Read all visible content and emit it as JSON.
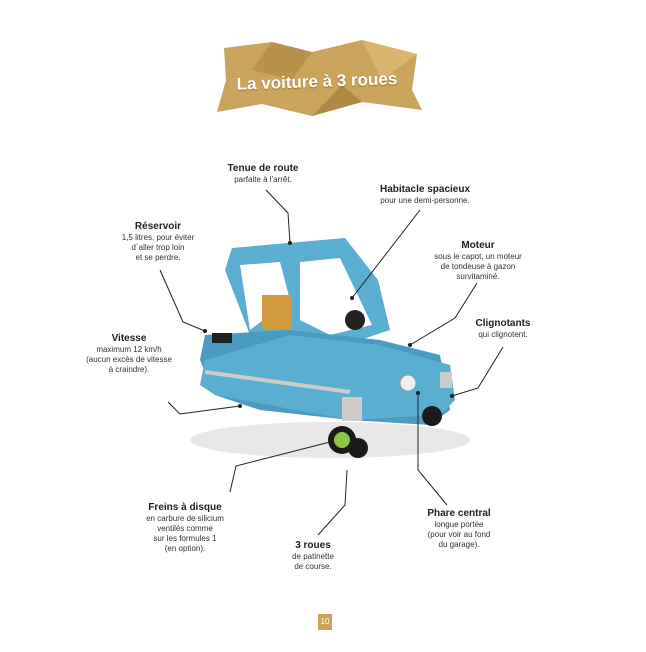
{
  "title": "La voiture à 3 roues",
  "page_number": "10",
  "annotations": {
    "tenue": {
      "heading": "Tenue de route",
      "lines": [
        "parfaite à l'arrêt."
      ]
    },
    "habitacle": {
      "heading": "Habitacle spacieux",
      "lines": [
        "pour une demi-personne."
      ]
    },
    "reservoir": {
      "heading": "Réservoir",
      "lines": [
        "1,5 litres, pour éviter",
        "d´aller trop loin",
        "et se perdre."
      ]
    },
    "moteur": {
      "heading": "Moteur",
      "lines": [
        "sous le capot, un moteur",
        "de tondeuse à gazon",
        "survitaminé."
      ]
    },
    "clignotants": {
      "heading": "Clignotants",
      "lines": [
        "qui clignotent."
      ]
    },
    "vitesse": {
      "heading": "Vitesse",
      "lines": [
        "maximum 12 km/h",
        "(aucun excès de vitesse",
        "à craindre)."
      ]
    },
    "freins": {
      "heading": "Freins à disque",
      "lines": [
        "en carbure de silicium",
        "ventilés comme",
        "sur les formules 1",
        "(en option)."
      ]
    },
    "roues": {
      "heading": "3 roues",
      "lines": [
        "de patinette",
        "de course."
      ]
    },
    "phare": {
      "heading": "Phare central",
      "lines": [
        "longue portée",
        "(pour voir au fond",
        "du garage)."
      ]
    }
  },
  "colors": {
    "banner": "#c9a45a",
    "car": "#4a9cc0",
    "accent": "#c9a45a"
  }
}
